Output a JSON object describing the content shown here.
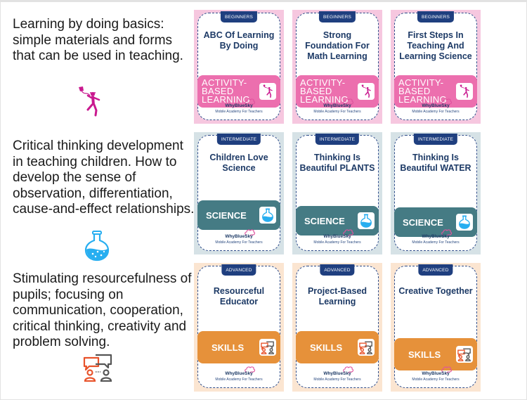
{
  "colors": {
    "beginner_bg": "#f6c7df",
    "intermediate_bg": "#d6e2e6",
    "advanced_bg": "#fbe5d1",
    "activity_pill": "#ec6fae",
    "science_pill": "#457b84",
    "skills_pill": "#e6913a",
    "level_badge": "#1f3f7f",
    "title_text": "#1d3a66",
    "kite_icon": "#c9198f",
    "flask_icon": "#27aef0",
    "chat_orange": "#e8532b",
    "chat_gray": "#555555"
  },
  "sections": [
    {
      "description": "Learning by doing basics: simple materials and forms that can be used in teaching.",
      "icon": "kite-runner-icon",
      "category": "ACTIVITY-BASED LEARNING",
      "category_lines": [
        "ACTIVITY-",
        "BASED",
        "LEARNING"
      ],
      "level": "BEGINNERS",
      "cards": [
        {
          "title": "ABC Of Learning By Doing"
        },
        {
          "title": "Strong Foundation For Math Learning"
        },
        {
          "title": "First Steps In Teaching And Learning Science"
        }
      ]
    },
    {
      "description": "Critical thinking development in teaching children. How to develop the sense of observation, differentiation, cause-and-effect relationships.",
      "icon": "flask-icon",
      "category": "SCIENCE",
      "level": "INTERMEDIATE",
      "cards": [
        {
          "title": "Children Love Science"
        },
        {
          "title": "Thinking Is Beautiful PLANTS"
        },
        {
          "title": "Thinking Is Beautiful WATER"
        }
      ]
    },
    {
      "description": "Stimulating resourcefulness of pupils; focusing on communication, cooperation, critical thinking, creativity and problem solving.",
      "icon": "conversation-icon",
      "category": "SKILLS",
      "level": "ADVANCED",
      "cards": [
        {
          "title": "Resourceful Educator"
        },
        {
          "title": "Project-Based Learning"
        },
        {
          "title": "Creative Together"
        }
      ]
    }
  ],
  "brand": {
    "name": "WhyBlueSky",
    "tagline": "Mobile Academy For Teachers"
  }
}
